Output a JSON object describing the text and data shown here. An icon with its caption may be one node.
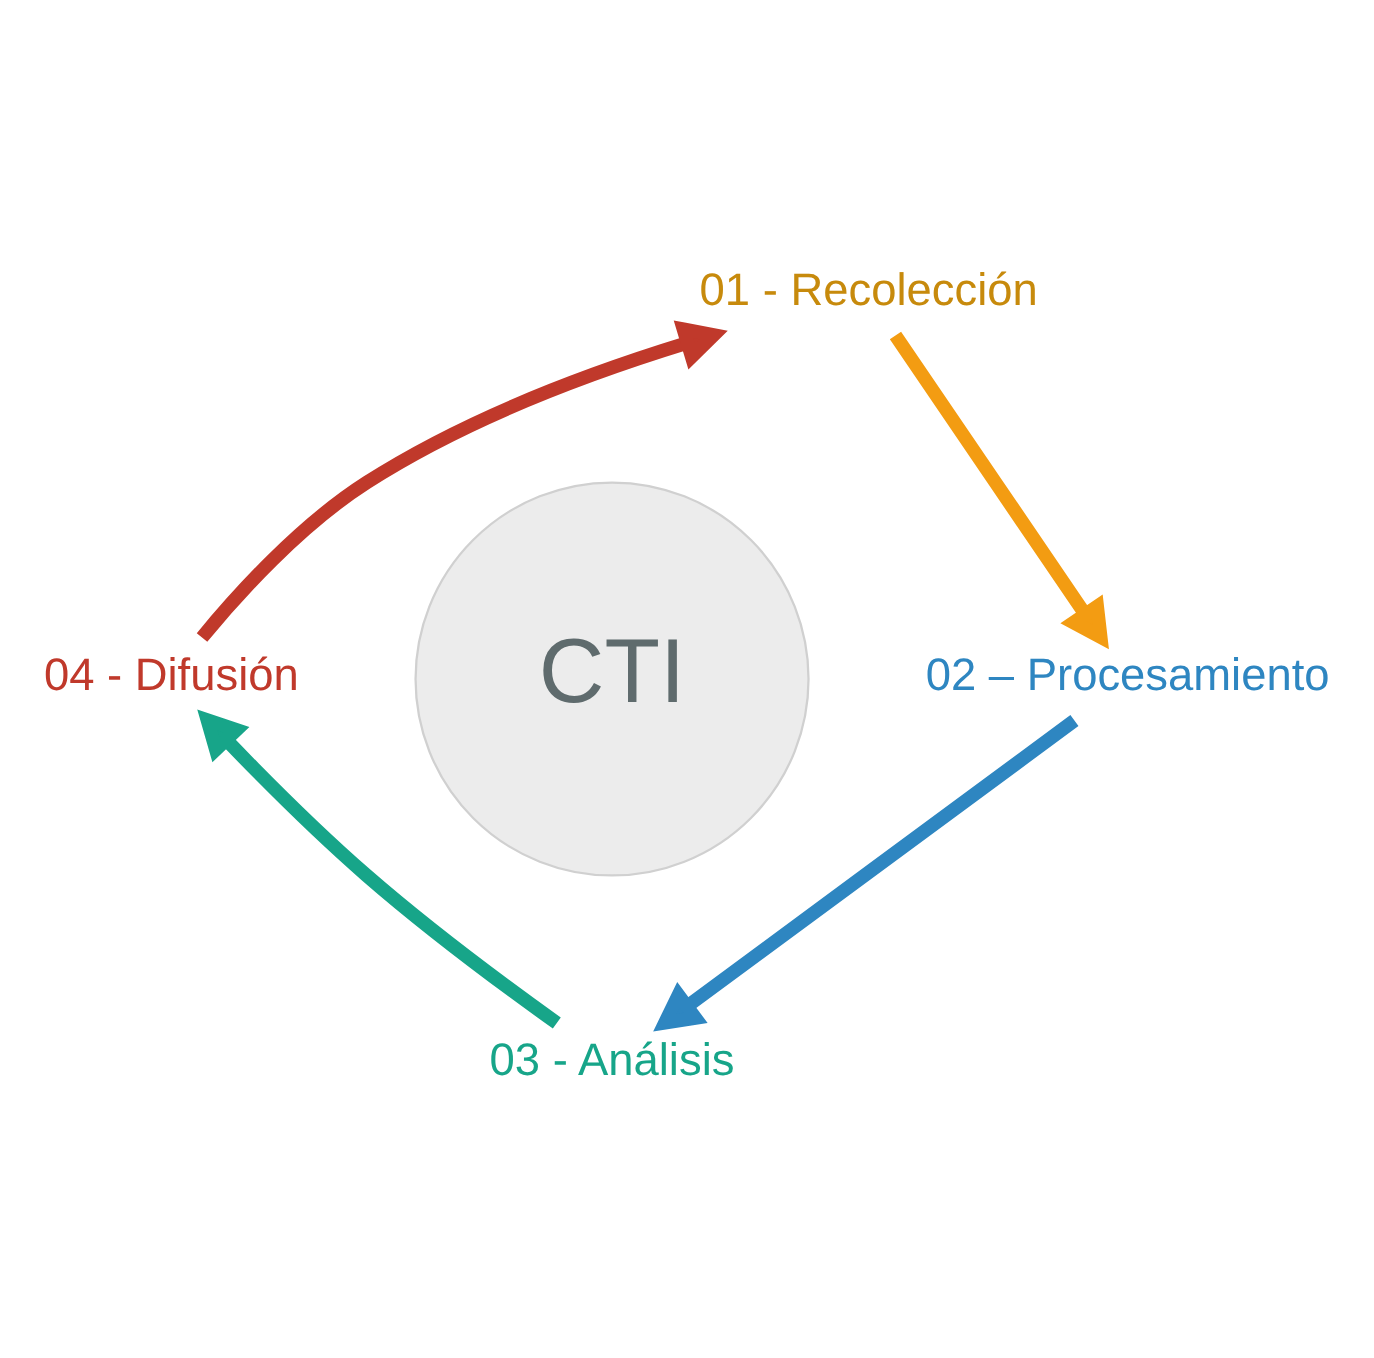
{
  "diagram": {
    "nodes": [
      {
        "text": [
          "CTI"
        ]
      },
      {
        "text": [
          "01 - Recolección"
        ]
      },
      {
        "text": [
          "02 – Procesamiento"
        ]
      },
      {
        "text": [
          "03 - Análisis"
        ]
      },
      {
        "text": [
          "04 - Difusión"
        ]
      }
    ],
    "edges": [
      {
        "from": 1,
        "to": 2,
        "arrow": "to",
        "color": "#f39c12"
      },
      {
        "from": 2,
        "to": 3,
        "arrow": "to",
        "color": "#2e86c1"
      },
      {
        "from": 3,
        "to": 4,
        "arrow": "to",
        "color": "#17a589"
      },
      {
        "from": 4,
        "to": 1,
        "arrow": "to",
        "color": "#c0392b"
      }
    ]
  }
}
